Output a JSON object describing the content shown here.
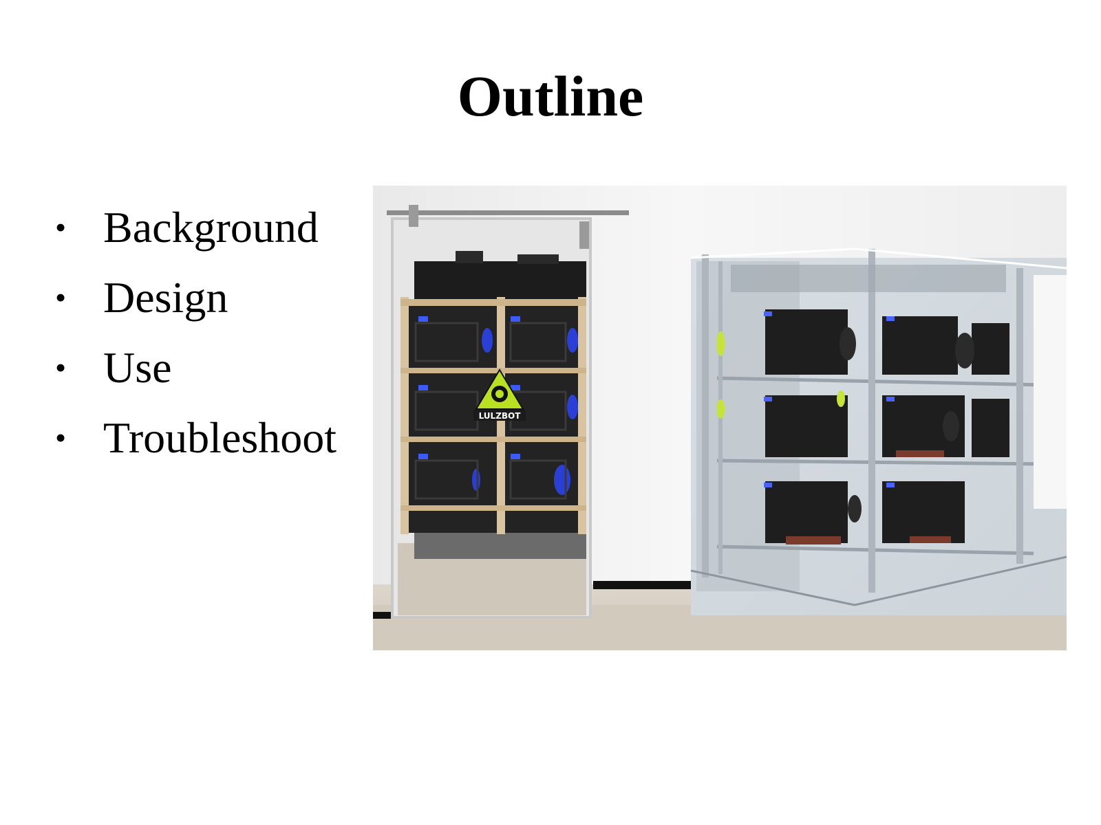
{
  "slide": {
    "title": "Outline",
    "bullets": [
      {
        "label": "Background"
      },
      {
        "label": "Design"
      },
      {
        "label": "Use"
      },
      {
        "label": "Troubleshoot"
      }
    ],
    "photo": {
      "logo_text": "LULZBOT"
    }
  },
  "colors": {
    "background": "#ffffff",
    "text": "#000000",
    "logo": "#b9e021",
    "filament_blue": "#2a3fd6",
    "floor": "#d6cfc3",
    "wall": "#f0f0f0"
  }
}
